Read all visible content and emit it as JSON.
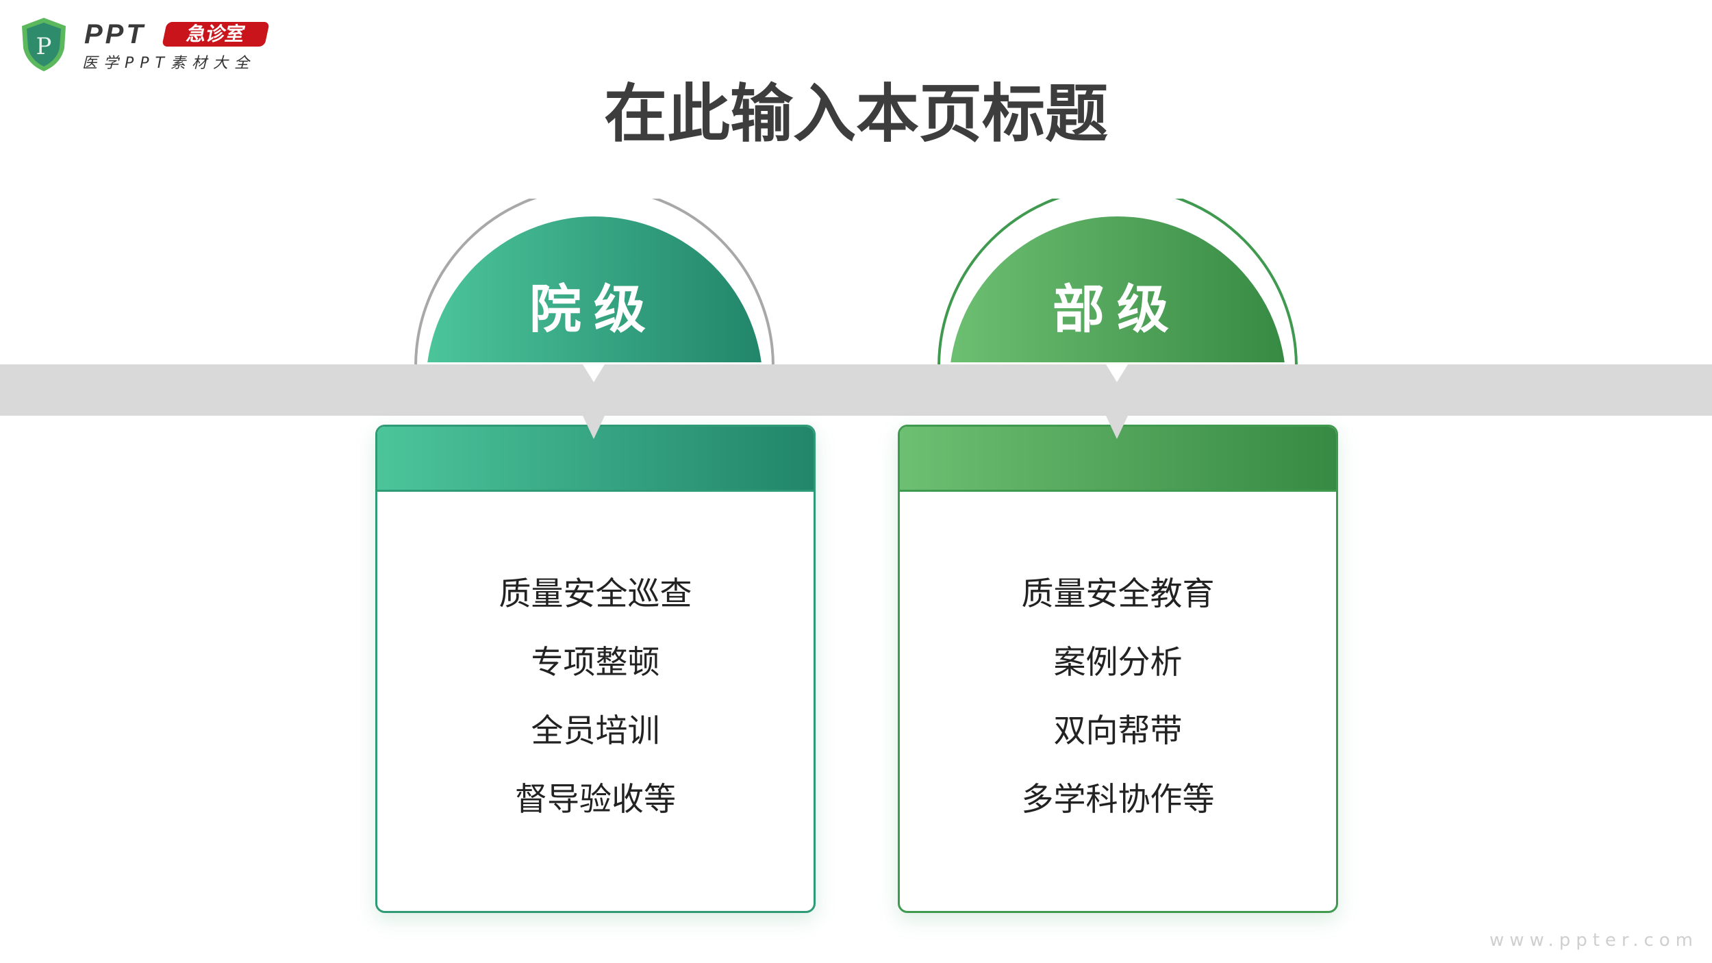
{
  "logo": {
    "brand": "PPT",
    "badge": "急诊室",
    "subtitle": "医学PPT素材大全",
    "shield_letter": "P"
  },
  "title": "在此输入本页标题",
  "columns": [
    {
      "label": "院级",
      "items": [
        "质量安全巡查",
        "专项整顿",
        "全员培训",
        "督导验收等"
      ],
      "color_light": "#4cc59b",
      "color_dark": "#22866a",
      "ring": "#a8a8a8"
    },
    {
      "label": "部级",
      "items": [
        "质量安全教育",
        "案例分析",
        "双向帮带",
        "多学科协作等"
      ],
      "color_light": "#6dbf72",
      "color_dark": "#378a43",
      "ring": "#3f9a4f"
    }
  ],
  "watermark": "www.ppter.com"
}
